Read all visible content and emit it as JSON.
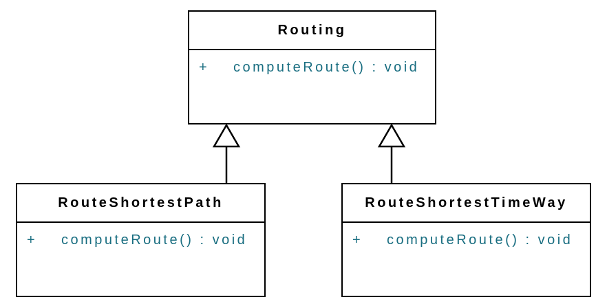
{
  "diagram": {
    "type": "uml-class-diagram",
    "background_color": "#ffffff",
    "line_color": "#000000",
    "class_name_color": "#000000",
    "method_text_color": "#186d80",
    "classes": [
      {
        "name": "Routing",
        "methods": [
          {
            "visibility": "+",
            "signature": "computeRoute() : void"
          }
        ]
      },
      {
        "name": "RouteShortestPath",
        "methods": [
          {
            "visibility": "+",
            "signature": "computeRoute() : void"
          }
        ]
      },
      {
        "name": "RouteShortestTimeWay",
        "methods": [
          {
            "visibility": "+",
            "signature": "computeRoute() : void"
          }
        ]
      }
    ],
    "relationships": [
      {
        "type": "generalization",
        "from": "RouteShortestPath",
        "to": "Routing"
      },
      {
        "type": "generalization",
        "from": "RouteShortestTimeWay",
        "to": "Routing"
      }
    ]
  }
}
